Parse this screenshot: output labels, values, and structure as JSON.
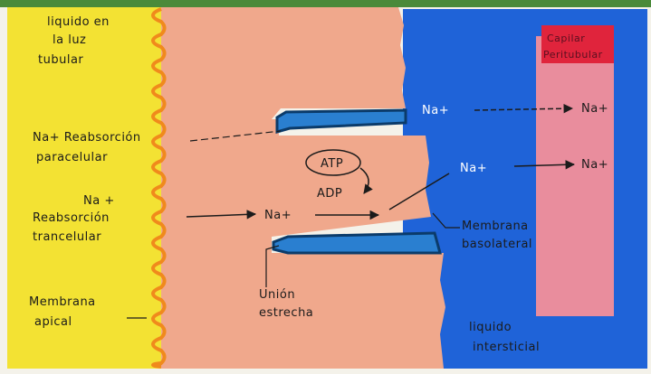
{
  "colors": {
    "lumen": "#f3e233",
    "cell": "#f0a88c",
    "interstitial": "#1f63d8",
    "capillary": "#e98d9d",
    "capillary_tag": "#e0243c",
    "junction_gap": "#2a7fd0",
    "membrane_wave": "#f08a1c",
    "ink": "#1b1b1b"
  },
  "labels": {
    "lumen_line1": "liquido en",
    "lumen_line2": "la luz",
    "lumen_line3": "tubular",
    "paracellular_line1": "Na+ Reabsorción",
    "paracellular_line2": "paracelular",
    "transcellular_line1": "Na +",
    "transcellular_line2": "Reabsorción",
    "transcellular_line3": "trancelular",
    "apical_line1": "Membrana",
    "apical_line2": "apical",
    "atp": "ATP",
    "adp": "ADP",
    "na_cell": "Na+",
    "na_top": "Na+",
    "na_mid": "Na+",
    "na_cap_top": "Na+",
    "na_cap_mid": "Na+",
    "basolateral_line1": "Membrana",
    "basolateral_line2": "basolateral",
    "tight_line1": "Unión",
    "tight_line2": "estrecha",
    "capillary_line1": "Capilar",
    "capillary_line2": "Peritubular",
    "interstitial_line1": "liquido",
    "interstitial_line2": "intersticial"
  }
}
